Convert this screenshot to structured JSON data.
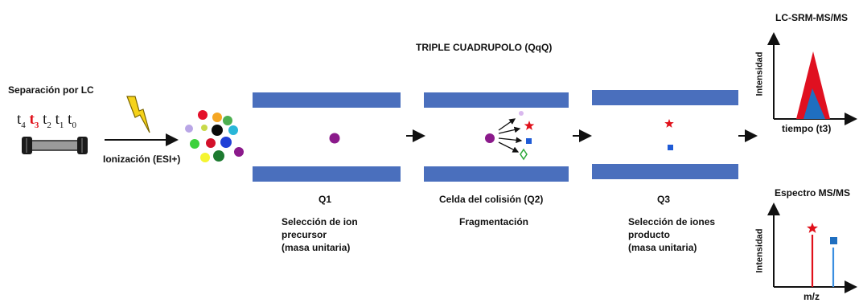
{
  "lc": {
    "title": "Separación por LC",
    "times": [
      "t",
      "t",
      "t",
      "t",
      "t"
    ],
    "subs": [
      "4",
      "3",
      "2",
      "1",
      "0"
    ],
    "highlight_color": "#e0101a"
  },
  "ionization": {
    "label": "Ionización (ESI+)",
    "icon": "lightning-icon"
  },
  "qqq": {
    "title": "TRIPLE CUADRUPOLO (QqQ)"
  },
  "q1": {
    "name": "Q1",
    "desc_lines": [
      "Selección de ion",
      "precursor",
      "(masa unitaria)"
    ]
  },
  "q2": {
    "name": "Celda del colisión (Q2)",
    "desc_lines": [
      "Fragmentación"
    ]
  },
  "q3": {
    "name": "Q3",
    "desc_lines": [
      "Selección de iones",
      "producto",
      "(masa unitaria)"
    ]
  },
  "srm": {
    "title": "LC-SRM-MS/MS",
    "ylabel": "Intensidad",
    "xlabel": "tiempo (t3)"
  },
  "spectrum": {
    "title": "Espectro MS/MS",
    "ylabel": "Intensidad",
    "xlabel": "m/z"
  },
  "colors": {
    "quadrupole": "#4a6fbd",
    "precursor": "#8b1a8b",
    "star": "#e0101a",
    "square": "#1f5bd6",
    "diamond": "#2ea83a"
  }
}
